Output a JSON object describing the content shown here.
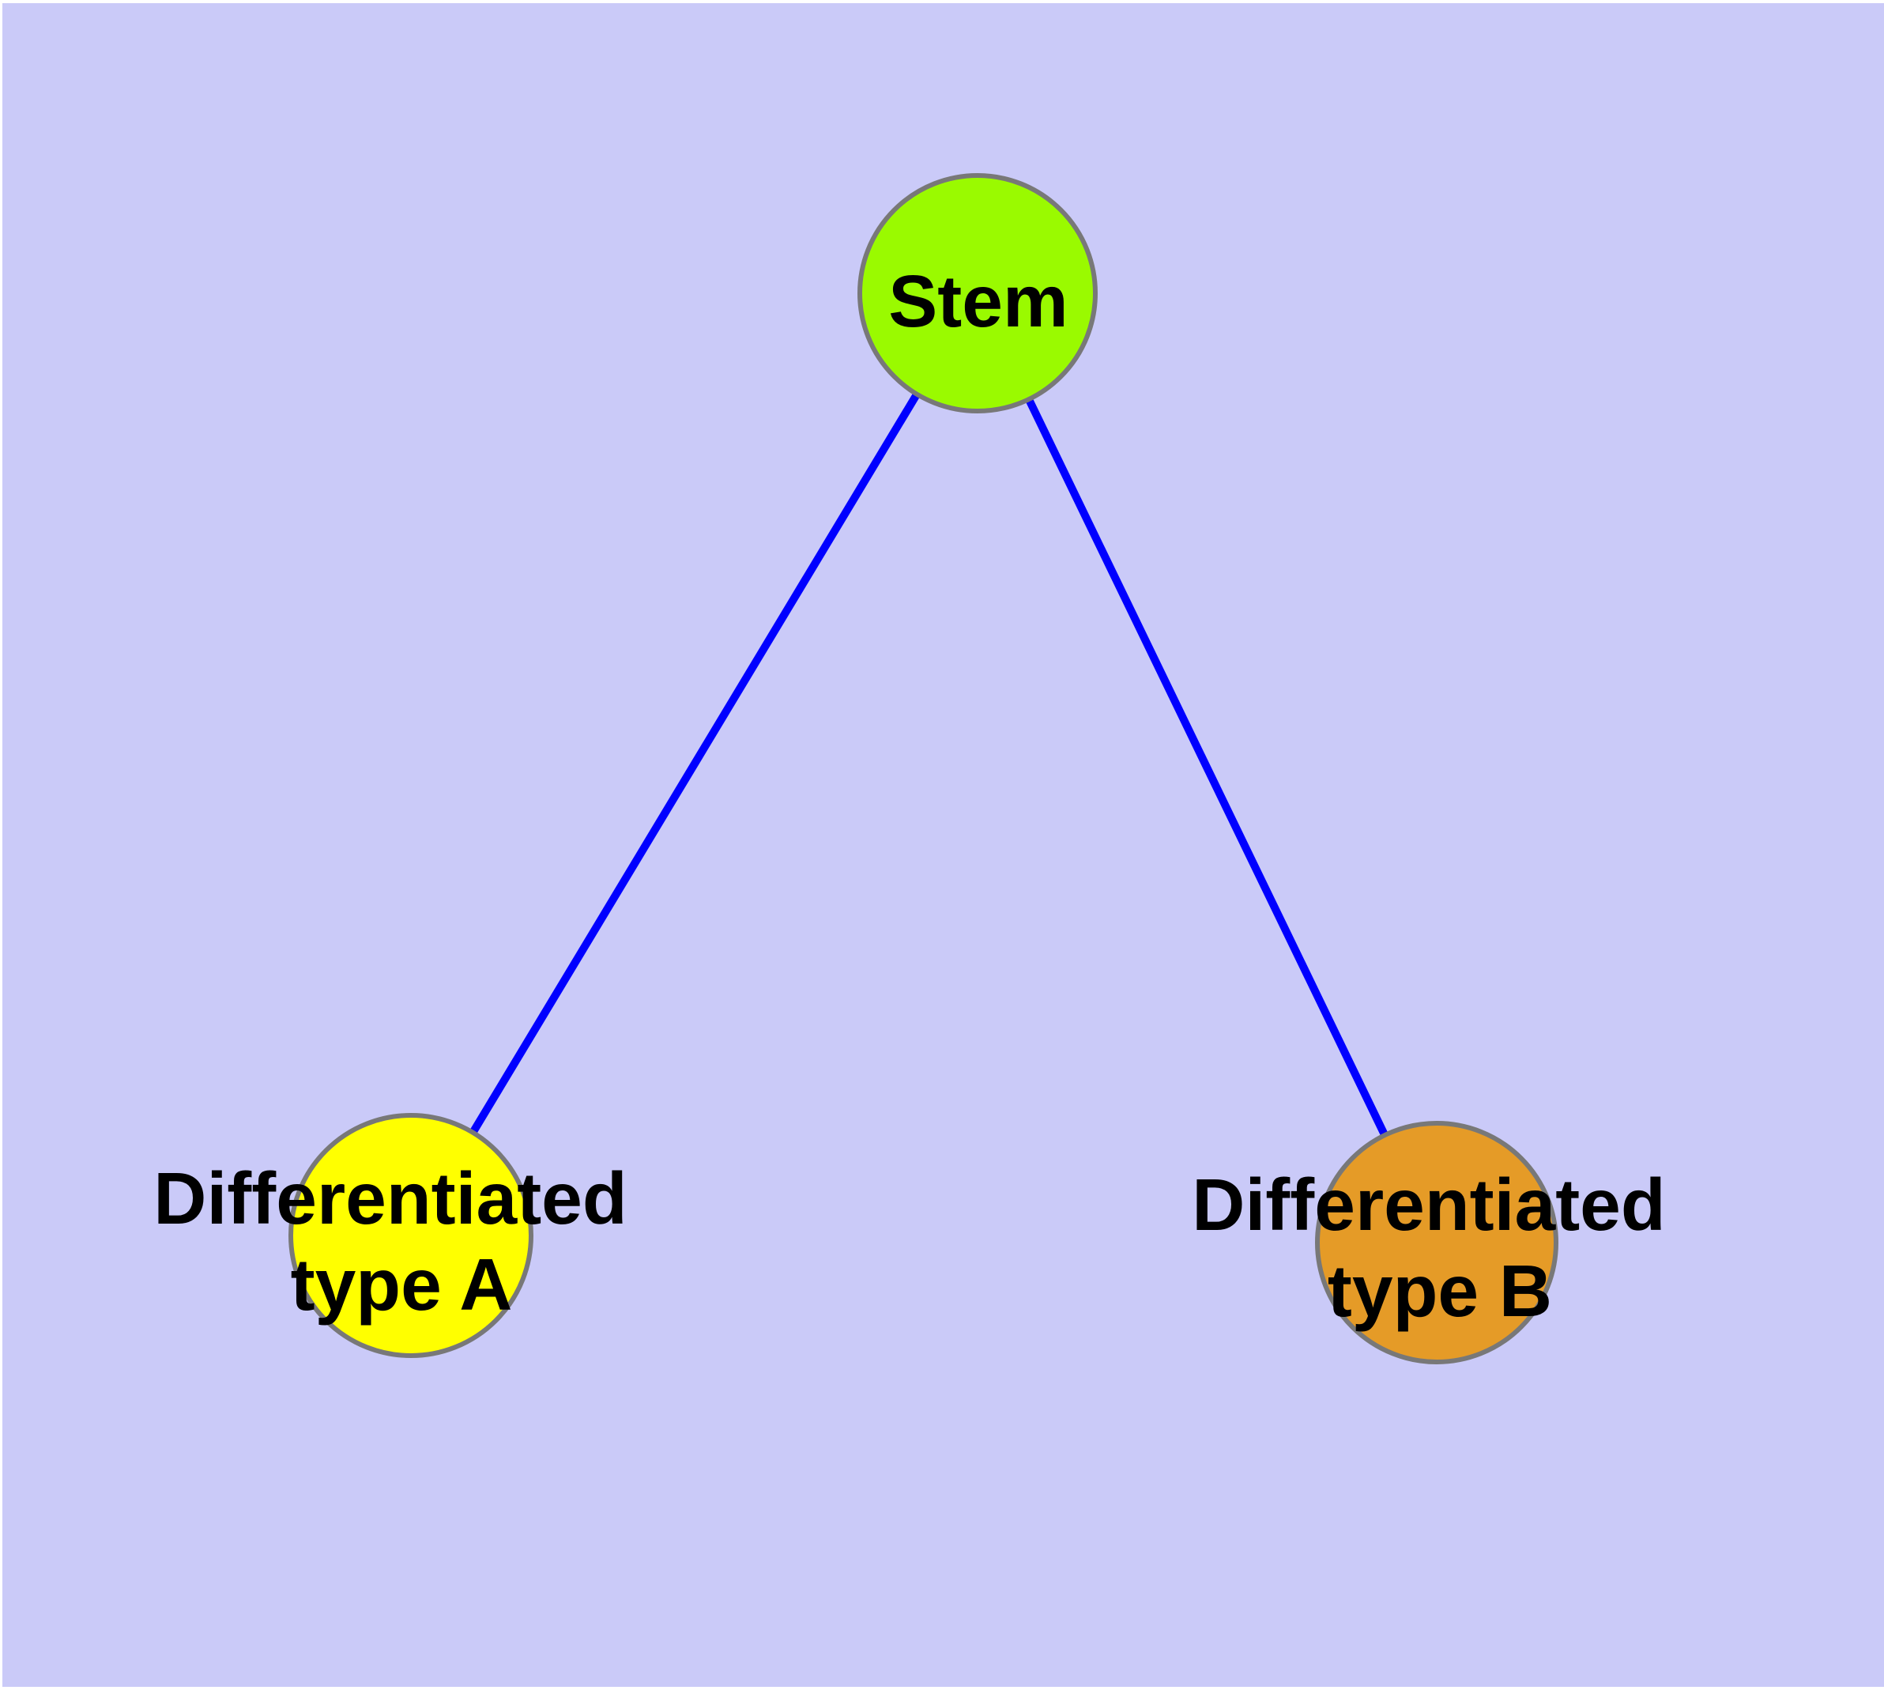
{
  "diagram": {
    "type": "graph",
    "description": "Cell differentiation hierarchy: one stem node with two differentiated child nodes",
    "background_color": "#CACAF8",
    "page_margin_color": "#FFFFFF",
    "edge_color": "#0000FF",
    "node_border_color": "#787878",
    "label_color": "#000000",
    "nodes": {
      "stem": {
        "id": "stem",
        "label": "Stem",
        "label_lines": [
          "Stem"
        ],
        "fill": "#9AFA00"
      },
      "type_a": {
        "id": "type_a",
        "label": "Differentiated type A",
        "label_lines": [
          "Differentiated",
          "type A"
        ],
        "fill": "#FFFF00"
      },
      "type_b": {
        "id": "type_b",
        "label": "Differentiated type B",
        "label_lines": [
          "Differentiated",
          "type B"
        ],
        "fill": "#E59B27"
      }
    },
    "edges": [
      {
        "from": "stem",
        "to": "type_a"
      },
      {
        "from": "stem",
        "to": "type_b"
      }
    ]
  }
}
